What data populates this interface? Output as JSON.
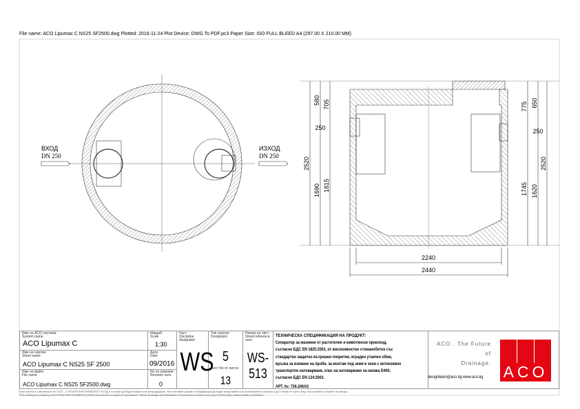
{
  "header": {
    "plot_info": "File name: ACO Lipumax C NS25 SF2500.dwg    Plotted: 2016-11-24    Plot Device: DWG To PDF.pc3    Paper Size: ISO FULL BLEED A4 (297.00 X 210.00 MM)"
  },
  "plan_view": {
    "inlet_label": "ВХОД",
    "inlet_dn": "DN 250",
    "outlet_label": "ИЗХОД",
    "outlet_dn": "DN 250"
  },
  "section_view": {
    "dims_left": [
      "2520",
      "580",
      "705",
      "250",
      "1690",
      "1815"
    ],
    "dims_right": [
      "775",
      "650",
      "250",
      "2520",
      "1745",
      "1620"
    ],
    "dims_bottom": [
      "2240",
      "2440"
    ]
  },
  "title_block": {
    "system_label_bg": "Име на ACO система:",
    "system_label_en": "System name",
    "system_value": "ACO Lipumax C",
    "sheet_label_bg": "Име на чертеж:",
    "sheet_label_en": "Sheet name",
    "sheet_value": "ACO Lipumax C  NS25 SF 2500",
    "file_label_bg": "Име на файл:",
    "file_label_en": "File name",
    "file_value": "ACO Lipumax C NS25 SF2500.dwg",
    "scale_label_bg": "Мащаб:",
    "scale_label_en": "Scale",
    "scale_value": "1:30",
    "date_label_bg": "Дата:",
    "date_label_en": "Date",
    "date_value": "09/2016",
    "rev_label_bg": "No на ревизия:",
    "rev_label_en": "Revision num.",
    "rev_value": "0",
    "discipline_label_bg": "Част :",
    "discipline_label_en": "Discipline designator",
    "discipline_value": "WS",
    "designator_label_bg": "Тип чертеж :",
    "designator_label_en": "Designator",
    "designator_value": "5",
    "sheetno_label": "Лист No от листа:",
    "sheetno_value": "13",
    "ref_label_bg": "Номер на лист :",
    "ref_label_en": "Sheet reference num.",
    "ref_value": "WS-513",
    "spec_title": "ТЕХНИЧЕСКА СПЕЦИФИКАЦИЯ НА ПРОДУКТ:",
    "spec_lines": [
      "Сепаратор за мазнини от растителен и животински произход,",
      "съгласно БДС EN 1825:2003, от високоякостен стоманобетон със",
      "стандартно защитно вътрешно покритие, вграден утаечен обем,",
      "връзка за вземане на проби, за монтаж под земя в зони с интензивно",
      "транспортно натоварване, клас на натоварване на капака D400,",
      "съгласно БДС EN 124:2003."
    ],
    "art_no": "АРТ. №: 726.246AS"
  },
  "brand": {
    "slogan_1": "ACO . The Future of",
    "slogan_2": "Drainage.",
    "contact": "designteam@aco.bg  www.aco.bg",
    "logo_text": "ACO",
    "logo_color": "#e30613"
  },
  "footer": {
    "line_bg": "Този чертеж е собственост на \"ACO – СТРОИТЕЛНИ ЕЛЕМЕНТИ\" ЕООД и не може да бъде копиран или репродуциран, нито неговият дизайн и информация да бъдат представени или използвани по какъвто и да е начин от трети лица, без писмено съгласие на автора.",
    "line_en": "This drawing is a property of ACO BUILDING ELEMENTS (ODD) and cannot be copied or reproduced, neither its design and information be presented or used in any way by third party, without written permission."
  }
}
